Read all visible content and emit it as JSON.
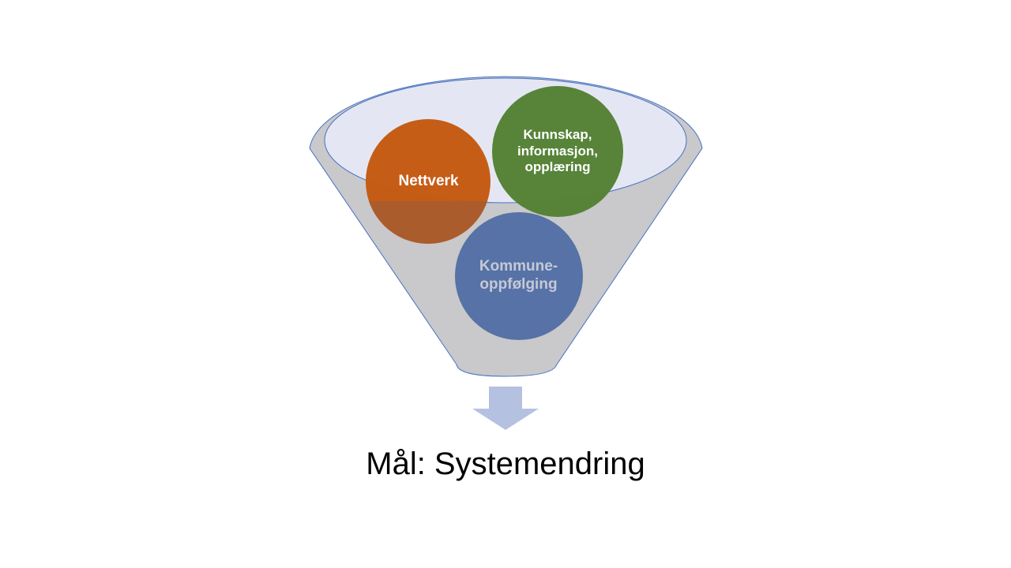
{
  "colors": {
    "funnel_fill": "#c9c8ca",
    "funnel_stroke": "#4472c4",
    "funnel_top_inner": "#e4e7f3",
    "arrow": "#b4c1e1",
    "nettverk_fill": "#c55a11",
    "kunnskap_fill": "#548235",
    "kommune_fill": "#5470a5",
    "label_light": "#ffffff",
    "label_muted": "#c5c9d6",
    "text": "#000000"
  },
  "funnel": {
    "bubbles": [
      {
        "id": "nettverk",
        "label": "Nettverk"
      },
      {
        "id": "kunnskap",
        "label": "Kunnskap,\ninformasjon,\nopplæring"
      },
      {
        "id": "kommune",
        "label": "Kommune-\noppfølging"
      }
    ]
  },
  "goal": {
    "text": "Mål: Systemendring"
  }
}
